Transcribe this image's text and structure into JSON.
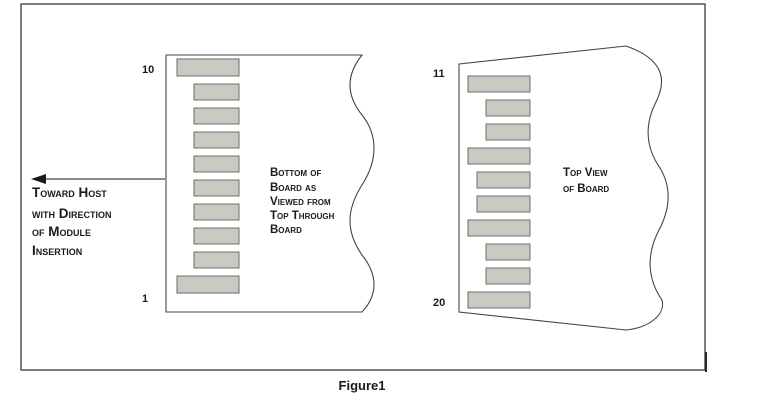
{
  "caption": "Figure1",
  "direction_label": {
    "lines": [
      "Toward Host",
      "with Direction",
      "of Module",
      "Insertion"
    ]
  },
  "left_board": {
    "label_lines": [
      "Bottom of",
      "Board as",
      "Viewed from",
      "Top Through",
      "Board"
    ],
    "pin_top": "10",
    "pin_bottom": "1"
  },
  "right_board": {
    "label_lines": [
      "Top View",
      "of Board"
    ],
    "pin_top": "11",
    "pin_bottom": "20"
  },
  "colors": {
    "frame": "#2a2a2a",
    "pad_fill": "#c8cbc2",
    "pad_stroke": "#6b6b6b",
    "board_stroke": "#444444"
  }
}
